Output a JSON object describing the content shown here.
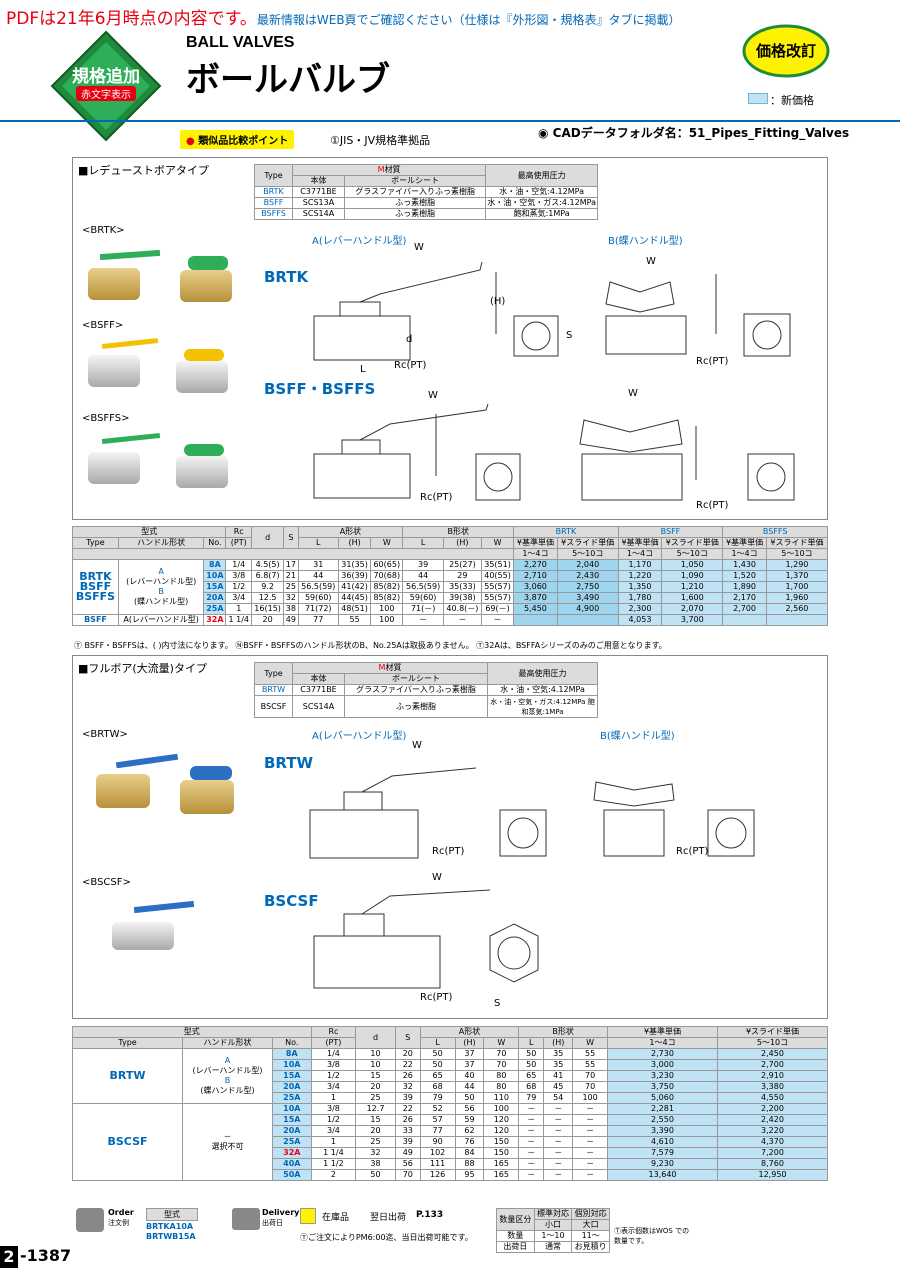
{
  "notice": {
    "text_red": "PDFは21年6月時点の内容です。",
    "text_blue": "最新情報はWEB頁でご確認ください（仕様は『外形図・規格表』タブに掲載）"
  },
  "badge": {
    "line1": "規格追加",
    "line2": "赤文字表示"
  },
  "header": {
    "en": "BALL VALVES",
    "jp": "ボールバルブ",
    "price_badge": "価格改訂",
    "new_price_legend": "：新価格"
  },
  "subheader": {
    "similar": "類似品比較ポイント",
    "standard": "①JIS・JV規格準拠品",
    "cad": "◉ CADデータフォルダ名：51_Pipes_Fitting_Valves"
  },
  "sec1": {
    "title": "■レデューストボアタイプ",
    "labels": [
      "<BRTK>",
      "<BSFF>",
      "<BSFFS>"
    ],
    "spec": {
      "h_type": "Type",
      "h_material": "材質",
      "h_mark": "M",
      "h_body": "本体",
      "h_seat": "ボールシート",
      "h_pressure": "最高使用圧力",
      "rows": [
        {
          "type": "BRTK",
          "body": "C3771BE",
          "seat": "グラスファイバー入りふっ素樹脂",
          "pressure": "水・油・空気:4.12MPa"
        },
        {
          "type": "BSFF",
          "body": "SCS13A",
          "seat": "ふっ素樹脂",
          "pressure": "水・油・空気・ガス:4.12MPa"
        },
        {
          "type": "BSFFS",
          "body": "SCS14A",
          "seat": "ふっ素樹脂",
          "pressure": "飽和蒸気:1MPa"
        }
      ]
    },
    "diag": {
      "a": "A(レバーハンドル型)",
      "b": "B(蝶ハンドル型)",
      "brtk": "BRTK",
      "bsff": "BSFF・BSFFS",
      "w": "W",
      "h": "(H)",
      "l": "L",
      "d": "d",
      "s": "S",
      "rc": "Rc(PT)"
    }
  },
  "table1": {
    "h": {
      "model": "型式",
      "rc": "Rc",
      "pt": "(PT)",
      "d": "d",
      "s": "S",
      "a": "A形状",
      "b": "B形状",
      "type": "Type",
      "handle": "ハンドル形状",
      "no": "No.",
      "l": "L",
      "hh": "(H)",
      "w": "W",
      "brtk": "BRTK",
      "bsff": "BSFF",
      "bsffs": "BSFFS",
      "base": "¥基準単価",
      "slide": "¥スライド単価",
      "q1": "1～4コ",
      "q2": "5～10コ"
    },
    "types": {
      "t1": "BRTK",
      "t2": "BSFF",
      "t3": "BSFFS",
      "t4": "BSFF"
    },
    "handles": {
      "a": "A",
      "a_sub": "(レバーハンドル型)",
      "b": "B",
      "b_sub": "(蝶ハンドル型)",
      "a_last": "A(レバーハンドル型)"
    },
    "rows": [
      [
        "8A",
        "1/4",
        "4.5(5)",
        "17",
        "31",
        "31(35)",
        "60(65)",
        "39",
        "25(27)",
        "35(51)",
        "2,270",
        "2,040",
        "1,170",
        "1,050",
        "1,430",
        "1,290"
      ],
      [
        "10A",
        "3/8",
        "6.8(7)",
        "21",
        "44",
        "36(39)",
        "70(68)",
        "44",
        "29",
        "40(55)",
        "2,710",
        "2,430",
        "1,220",
        "1,090",
        "1,520",
        "1,370"
      ],
      [
        "15A",
        "1/2",
        "9.2",
        "25",
        "56.5(59)",
        "41(42)",
        "85(82)",
        "56.5(59)",
        "35(33)",
        "55(57)",
        "3,060",
        "2,750",
        "1,350",
        "1,210",
        "1,890",
        "1,700"
      ],
      [
        "20A",
        "3/4",
        "12.5",
        "32",
        "59(60)",
        "44(45)",
        "85(82)",
        "59(60)",
        "39(38)",
        "55(57)",
        "3,870",
        "3,490",
        "1,780",
        "1,600",
        "2,170",
        "1,960"
      ],
      [
        "25A",
        "1",
        "16(15)",
        "38",
        "71(72)",
        "48(51)",
        "100",
        "71(－)",
        "40.8(－)",
        "69(－)",
        "5,450",
        "4,900",
        "2,300",
        "2,070",
        "2,700",
        "2,560"
      ],
      [
        "32A",
        "1 1/4",
        "20",
        "49",
        "77",
        "55",
        "100",
        "－",
        "－",
        "－",
        "",
        "",
        "4,053",
        "3,700",
        "",
        ""
      ]
    ],
    "note": "Ⓣ BSFF・BSFFSは、( )内寸法になります。 ⓃBSFF・BSFFSのハンドル形状のB、No.25Aは取扱ありません。 Ⓣ32Aは、BSFFAシリーズのみのご用意となります。"
  },
  "sec2": {
    "title": "■フルボア(大流量)タイプ",
    "labels": [
      "<BRTW>",
      "<BSCSF>"
    ],
    "spec": {
      "rows": [
        {
          "type": "BRTW",
          "body": "C3771BE",
          "seat": "グラスファイバー入りふっ素樹脂",
          "pressure": "水・油・空気:4.12MPa"
        },
        {
          "type": "BSCSF",
          "body": "SCS14A",
          "seat": "ふっ素樹脂",
          "pressure": "水・油・空気・ガス:4.12MPa 飽和蒸気:1MPa"
        }
      ]
    },
    "diag": {
      "a": "A(レバーハンドル型)",
      "b": "B(蝶ハンドル型)",
      "brtw": "BRTW",
      "bscsf": "BSCSF"
    }
  },
  "table2": {
    "h": {
      "model": "型式",
      "rc": "Rc",
      "pt": "(PT)",
      "d": "d",
      "s": "S",
      "a": "A形状",
      "b": "B形状",
      "base": "¥基準単価",
      "slide": "¥スライド単価",
      "type": "Type",
      "handle": "ハンドル形状",
      "no": "No.",
      "l": "L",
      "hh": "(H)",
      "w": "W",
      "q1": "1～4コ",
      "q2": "5～10コ"
    },
    "brtw": "BRTW",
    "bscsf": "BSCSF",
    "brtw_handle": [
      "A",
      "(レバーハンドル型)",
      "B",
      "(蝶ハンドル型)"
    ],
    "bscsf_handle": [
      "－",
      "選択不可"
    ],
    "rows_brtw": [
      [
        "8A",
        "1/4",
        "10",
        "20",
        "50",
        "37",
        "70",
        "50",
        "35",
        "55",
        "2,730",
        "2,450"
      ],
      [
        "10A",
        "3/8",
        "10",
        "22",
        "50",
        "37",
        "70",
        "50",
        "35",
        "55",
        "3,000",
        "2,700"
      ],
      [
        "15A",
        "1/2",
        "15",
        "26",
        "65",
        "40",
        "80",
        "65",
        "41",
        "70",
        "3,230",
        "2,910"
      ],
      [
        "20A",
        "3/4",
        "20",
        "32",
        "68",
        "44",
        "80",
        "68",
        "45",
        "70",
        "3,750",
        "3,380"
      ],
      [
        "25A",
        "1",
        "25",
        "39",
        "79",
        "50",
        "110",
        "79",
        "54",
        "100",
        "5,060",
        "4,550"
      ]
    ],
    "rows_bscsf": [
      [
        "10A",
        "3/8",
        "12.7",
        "22",
        "52",
        "56",
        "100",
        "－",
        "－",
        "－",
        "2,281",
        "2,200"
      ],
      [
        "15A",
        "1/2",
        "15",
        "26",
        "57",
        "59",
        "120",
        "－",
        "－",
        "－",
        "2,550",
        "2,420"
      ],
      [
        "20A",
        "3/4",
        "20",
        "33",
        "77",
        "62",
        "120",
        "－",
        "－",
        "－",
        "3,390",
        "3,220"
      ],
      [
        "25A",
        "1",
        "25",
        "39",
        "90",
        "76",
        "150",
        "－",
        "－",
        "－",
        "4,610",
        "4,370"
      ],
      [
        "32A",
        "1 1/4",
        "32",
        "49",
        "102",
        "84",
        "150",
        "－",
        "－",
        "－",
        "7,579",
        "7,200"
      ],
      [
        "40A",
        "1 1/2",
        "38",
        "56",
        "111",
        "88",
        "165",
        "－",
        "－",
        "－",
        "9,230",
        "8,760"
      ],
      [
        "50A",
        "2",
        "50",
        "70",
        "126",
        "95",
        "165",
        "－",
        "－",
        "－",
        "13,640",
        "12,950"
      ]
    ]
  },
  "footer": {
    "order": "Order",
    "order_jp": "注文例",
    "model": "型式",
    "ex1": "BRTKA10A",
    "ex2": "BRTWB15A",
    "delivery": "Delivery",
    "delivery_jp": "出荷日",
    "stock": "在庫品",
    "ship": "翌日出荷",
    "ref": "P.133",
    "note": "Ⓣご注文によりPM6:00迄、当日出荷可能です。",
    "qty_h": "数量区分",
    "std": "標準対応",
    "std_sub": "小口",
    "ind": "個別対応",
    "ind_sub": "大口",
    "qty": "数量",
    "q_a": "1～10",
    "q_b": "11～",
    "ship_day": "出荷日",
    "s_a": "通常",
    "s_b": "お見積り",
    "wos": "Ⓣ表示個数はWOS での数量です。",
    "page_sec": "2",
    "page": "-1387"
  }
}
